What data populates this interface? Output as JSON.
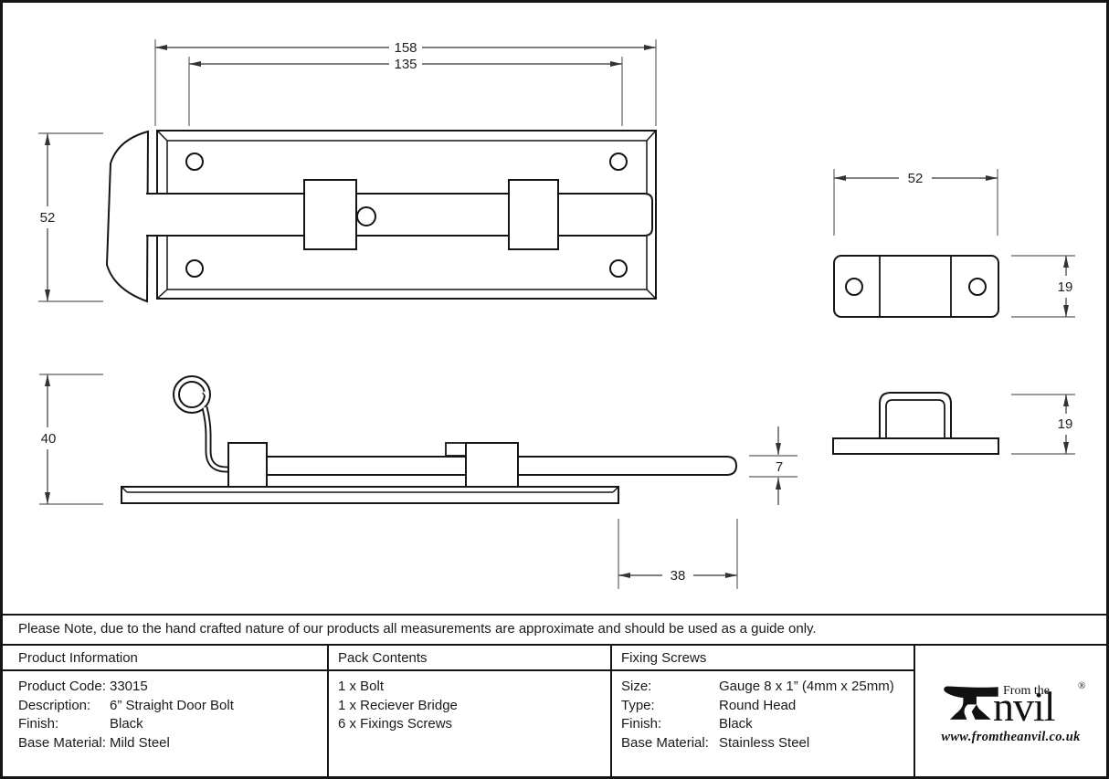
{
  "sheet": {
    "note": "Please Note, due to the hand crafted nature of our products all measurements are approximate and should be used as a guide only."
  },
  "dims": {
    "front_width_overall": "158",
    "front_width_inner": "135",
    "front_height": "52",
    "side_height": "40",
    "rod_thickness": "7",
    "rod_overhang": "38",
    "receiver_width": "52",
    "receiver_depth": "19",
    "receiver_height": "19"
  },
  "table": {
    "product_information": {
      "header": "Product Information",
      "rows": [
        {
          "label": "Product Code:",
          "value": "33015"
        },
        {
          "label": "Description:",
          "value": "6” Straight Door Bolt"
        },
        {
          "label": "Finish:",
          "value": "Black"
        },
        {
          "label": "Base Material:",
          "value": "Mild Steel"
        }
      ]
    },
    "pack_contents": {
      "header": "Pack Contents",
      "items": [
        "1 x Bolt",
        "1 x Reciever Bridge",
        "6 x Fixings Screws"
      ]
    },
    "fixing_screws": {
      "header": "Fixing Screws",
      "rows": [
        {
          "label": "Size:",
          "value": "Gauge 8 x 1” (4mm x 25mm)"
        },
        {
          "label": "Type:",
          "value": "Round Head"
        },
        {
          "label": "Finish:",
          "value": "Black"
        },
        {
          "label": "Base Material:",
          "value": "Stainless Steel"
        }
      ]
    }
  },
  "logo": {
    "tagline": "From the",
    "name_rest": "nvil",
    "registered": "®",
    "website": "www.fromtheanvil.co.uk",
    "brand_color": "#111111"
  },
  "line_colors": {
    "part_outline": "#151515",
    "dimension_line": "#555555",
    "extension_line": "#7a7a7a"
  }
}
